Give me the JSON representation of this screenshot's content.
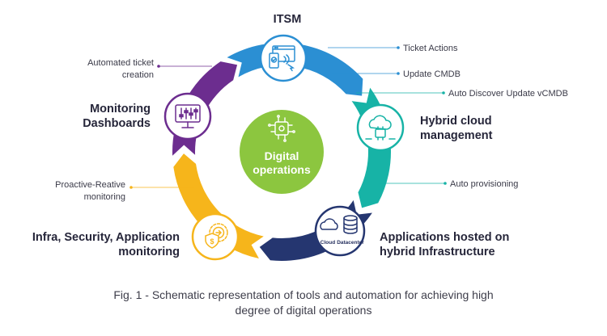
{
  "colors": {
    "itsm": "#2b8fd3",
    "hybrid_cloud": "#17b3a6",
    "applications": "#253670",
    "infra": "#f6b51b",
    "monitoring": "#6c2d8f",
    "center": "#8cc63f"
  },
  "center": {
    "line1": "Digital",
    "line2": "operations",
    "icon": "circuit-chip-icon"
  },
  "stages": [
    {
      "id": "itsm",
      "lines": [
        "ITSM"
      ],
      "icon": "laptop-devices-icon"
    },
    {
      "id": "hybrid",
      "lines": [
        "Hybrid cloud",
        "management"
      ],
      "icon": "cloud-chip-icon"
    },
    {
      "id": "apps",
      "lines": [
        "Applications hosted on",
        "hybrid Infrastructure"
      ],
      "icon": "cloud-datacenter-icon",
      "badge": {
        "cloud": "Cloud",
        "datacenter": "Datacenter"
      }
    },
    {
      "id": "infra",
      "lines": [
        "Infra, Security, Application",
        "monitoring"
      ],
      "icon": "shield-gear-icon"
    },
    {
      "id": "monitor",
      "lines": [
        "Monitoring",
        "Dashboards"
      ],
      "icon": "monitor-sliders-icon"
    }
  ],
  "annotations": [
    {
      "id": "ticket-actions",
      "lines": [
        "Ticket Actions"
      ]
    },
    {
      "id": "update-cmdb",
      "lines": [
        "Update CMDB"
      ]
    },
    {
      "id": "auto-discover",
      "lines": [
        "Auto Discover Update vCMDB"
      ]
    },
    {
      "id": "auto-provisioning",
      "lines": [
        "Auto provisioning"
      ]
    },
    {
      "id": "proactive",
      "lines": [
        "Proactive-Reative",
        "monitoring"
      ]
    },
    {
      "id": "automated-ticket",
      "lines": [
        "Automated ticket",
        "creation"
      ]
    }
  ],
  "caption": {
    "line1": "Fig. 1 - Schematic representation of tools and automation for achieving high",
    "line2": "degree of digital operations"
  }
}
